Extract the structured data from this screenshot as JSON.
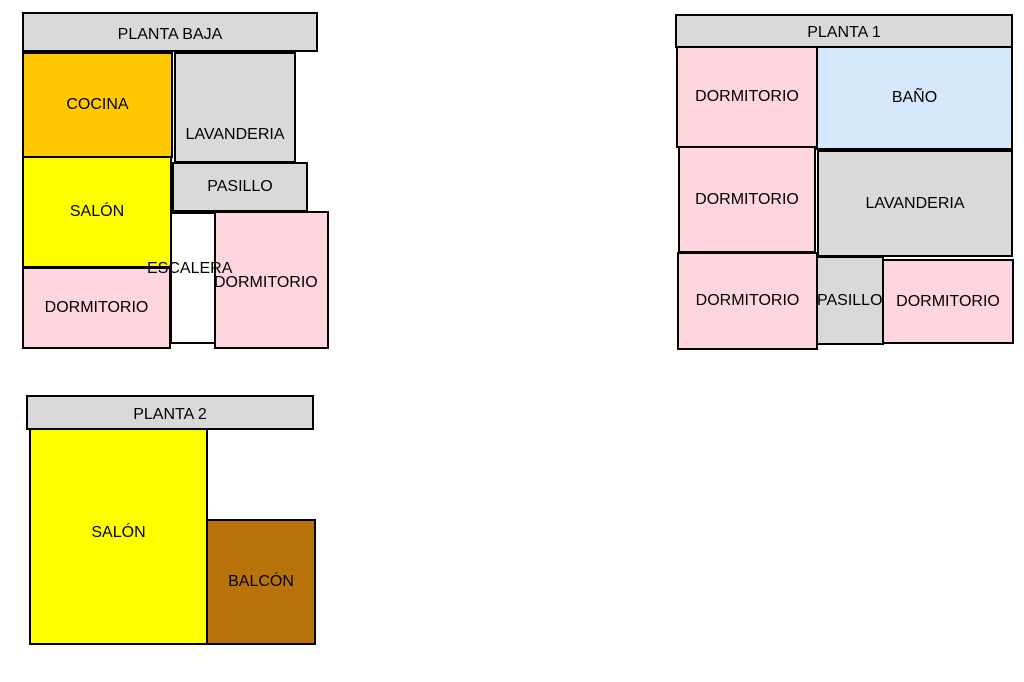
{
  "floors": {
    "planta_baja": {
      "title": "PLANTA BAJA",
      "rooms": {
        "cocina": "COCINA",
        "lavanderia": "LAVANDERIA",
        "salon": "SALÓN",
        "pasillo": "PASILLO",
        "escalera": "ESCALERA",
        "dormitorio_1": "DORMITORIO",
        "dormitorio_2": "DORMITORIO"
      }
    },
    "planta_1": {
      "title": "PLANTA 1",
      "rooms": {
        "dormitorio_1": "DORMITORIO",
        "bano": "BAÑO",
        "dormitorio_2": "DORMITORIO",
        "lavanderia": "LAVANDERIA",
        "dormitorio_3": "DORMITORIO",
        "pasillo": "PASILLO",
        "dormitorio_4": "DORMITORIO"
      }
    },
    "planta_2": {
      "title": "PLANTA 2",
      "rooms": {
        "salon": "SALÓN",
        "balcon": "BALCÓN"
      }
    }
  },
  "colors": {
    "header_gray": "#d9d9d9",
    "cocina": "#ffc800",
    "salon": "#ffff00",
    "dormitorio": "#ffd5de",
    "bano": "#d6e8fb",
    "balcon": "#b8730b"
  }
}
